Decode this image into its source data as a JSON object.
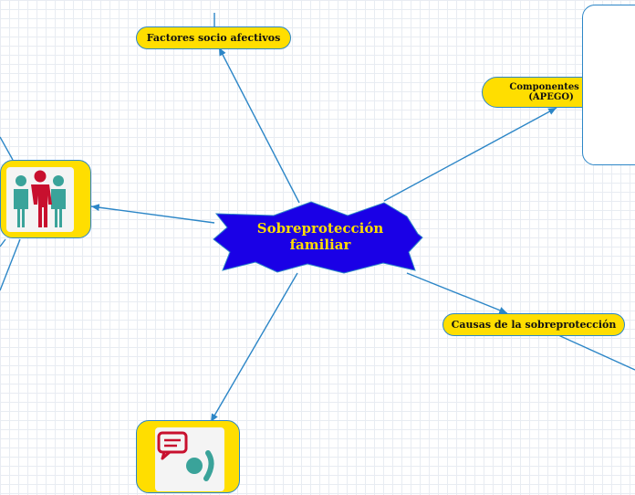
{
  "central_topic": {
    "line1": "Sobreprotección",
    "line2": "familiar"
  },
  "nodes": {
    "factores": "Factores socio afectivos",
    "componentes_line1": "Componentes parentales",
    "componentes_line2": "(APEGO)",
    "causas": "Causas de la sobreprotección"
  },
  "images": {
    "people": "people-group-icon",
    "speech": "person-speech-icon"
  },
  "colors": {
    "central_fill": "#1a00e6",
    "central_text": "#ffde00",
    "pill_fill": "#ffde00",
    "connector": "#2c86c7",
    "teal": "#3aa39a",
    "red": "#c8102e"
  }
}
